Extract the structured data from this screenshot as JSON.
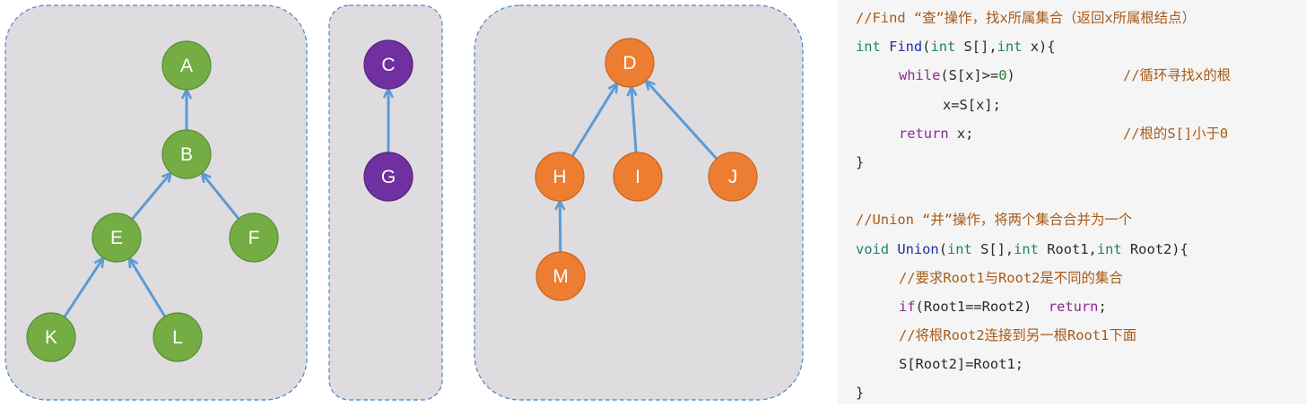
{
  "trees": [
    {
      "color": "#73ad43",
      "stroke": "#5a8c33",
      "nodes": [
        {
          "id": "A",
          "label": "A",
          "parent": null
        },
        {
          "id": "B",
          "label": "B",
          "parent": "A"
        },
        {
          "id": "E",
          "label": "E",
          "parent": "B"
        },
        {
          "id": "F",
          "label": "F",
          "parent": "B"
        },
        {
          "id": "K",
          "label": "K",
          "parent": "E"
        },
        {
          "id": "L",
          "label": "L",
          "parent": "E"
        }
      ]
    },
    {
      "color": "#7030a0",
      "stroke": "#56237e",
      "nodes": [
        {
          "id": "C",
          "label": "C",
          "parent": null
        },
        {
          "id": "G",
          "label": "G",
          "parent": "C"
        }
      ]
    },
    {
      "color": "#ed7d31",
      "stroke": "#c9651f",
      "nodes": [
        {
          "id": "D",
          "label": "D",
          "parent": null
        },
        {
          "id": "H",
          "label": "H",
          "parent": "D"
        },
        {
          "id": "I",
          "label": "I",
          "parent": "D"
        },
        {
          "id": "J",
          "label": "J",
          "parent": "D"
        },
        {
          "id": "M",
          "label": "M",
          "parent": "H"
        }
      ]
    }
  ],
  "colors": {
    "panel_fill": "#dedcdf",
    "panel_border": "#4a86c7",
    "arrow": "#5b9bd5",
    "code_bg": "#f5f5f5"
  },
  "code": {
    "find": {
      "comment": "//Find “查”操作，找x所属集合（返回x所属根结点）",
      "sig_type": "int",
      "sig_name": "Find",
      "sig_params_a": "(",
      "sig_p1_type": "int",
      "sig_p1_rest": " S[],",
      "sig_p2_type": "int",
      "sig_p2_rest": " x){",
      "while_kw": "while",
      "while_cond_a": "(S[x]>=",
      "while_num": "0",
      "while_cond_b": ")",
      "while_comment": "//循环寻找x的根",
      "assign": "x=S[x];",
      "return_kw": "return",
      "return_rest": " x;",
      "return_comment": "//根的S[]小于0",
      "close": "}"
    },
    "union": {
      "comment": "//Union “并”操作，将两个集合合并为一个",
      "sig_type": "void",
      "sig_name": "Union",
      "sig_a": "(",
      "p1_type": "int",
      "p1_rest": " S[],",
      "p2_type": "int",
      "p2_rest": " Root1,",
      "p3_type": "int",
      "p3_rest": " Root2){",
      "req_comment": "//要求Root1与Root2是不同的集合",
      "if_kw": "if",
      "if_cond": "(Root1==Root2)",
      "if_return": "return",
      "if_end": ";",
      "link_comment": "//将根Root2连接到另一根Root1下面",
      "assign": "S[Root2]=Root1;",
      "close": "}"
    }
  }
}
